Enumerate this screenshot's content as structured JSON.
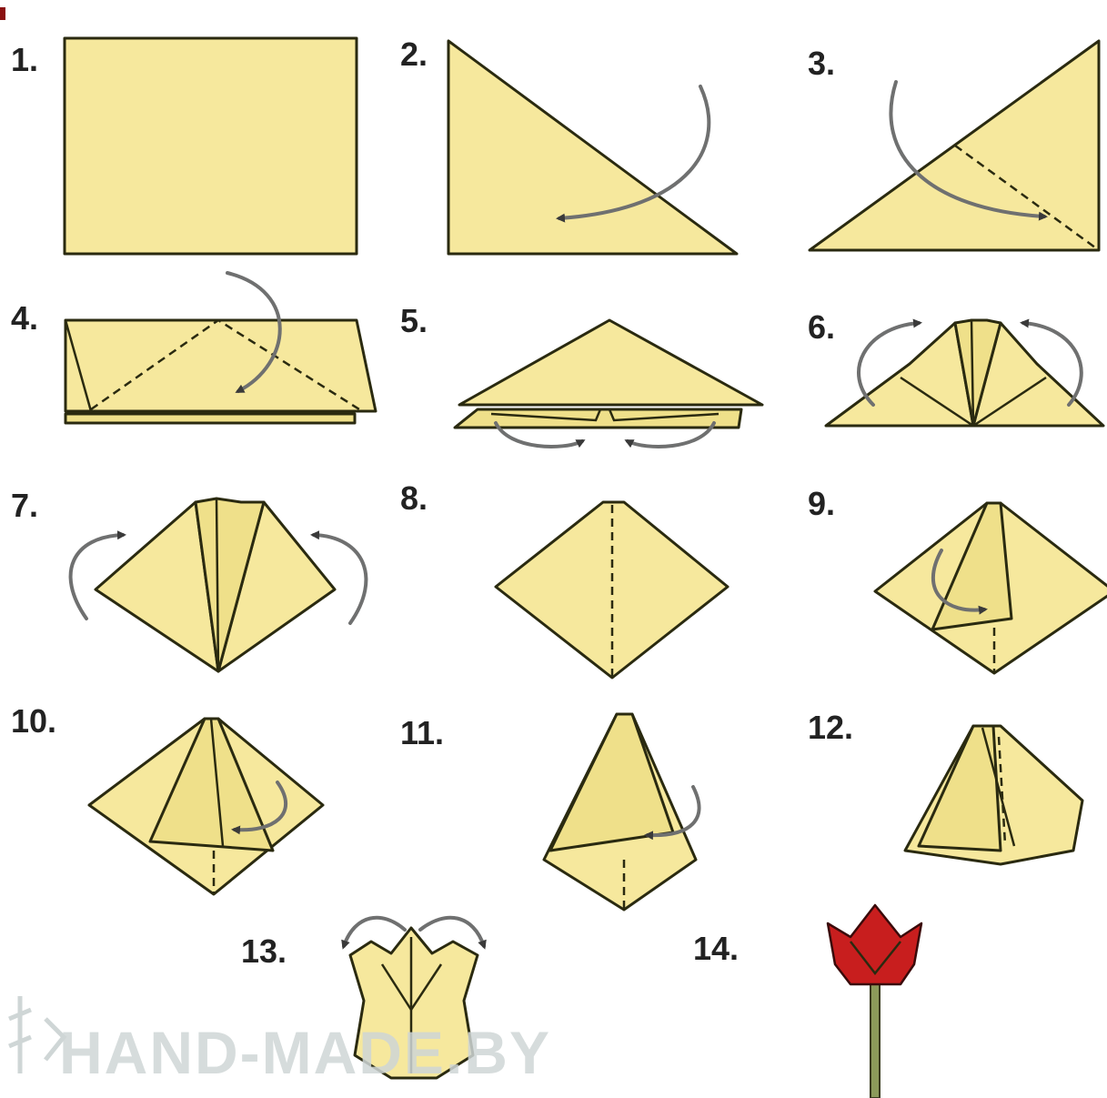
{
  "steps": [
    {
      "label": "1."
    },
    {
      "label": "2."
    },
    {
      "label": "3."
    },
    {
      "label": "4."
    },
    {
      "label": "5."
    },
    {
      "label": "6."
    },
    {
      "label": "7."
    },
    {
      "label": "8."
    },
    {
      "label": "9."
    },
    {
      "label": "10."
    },
    {
      "label": "11."
    },
    {
      "label": "12."
    },
    {
      "label": "13."
    },
    {
      "label": "14."
    }
  ],
  "watermark": "HAND-MADE.BY",
  "colors": {
    "paper": "#f6e89d",
    "tulip": "#c81e1e",
    "stem": "#8c9a5a",
    "arrow": "#6f7070"
  }
}
